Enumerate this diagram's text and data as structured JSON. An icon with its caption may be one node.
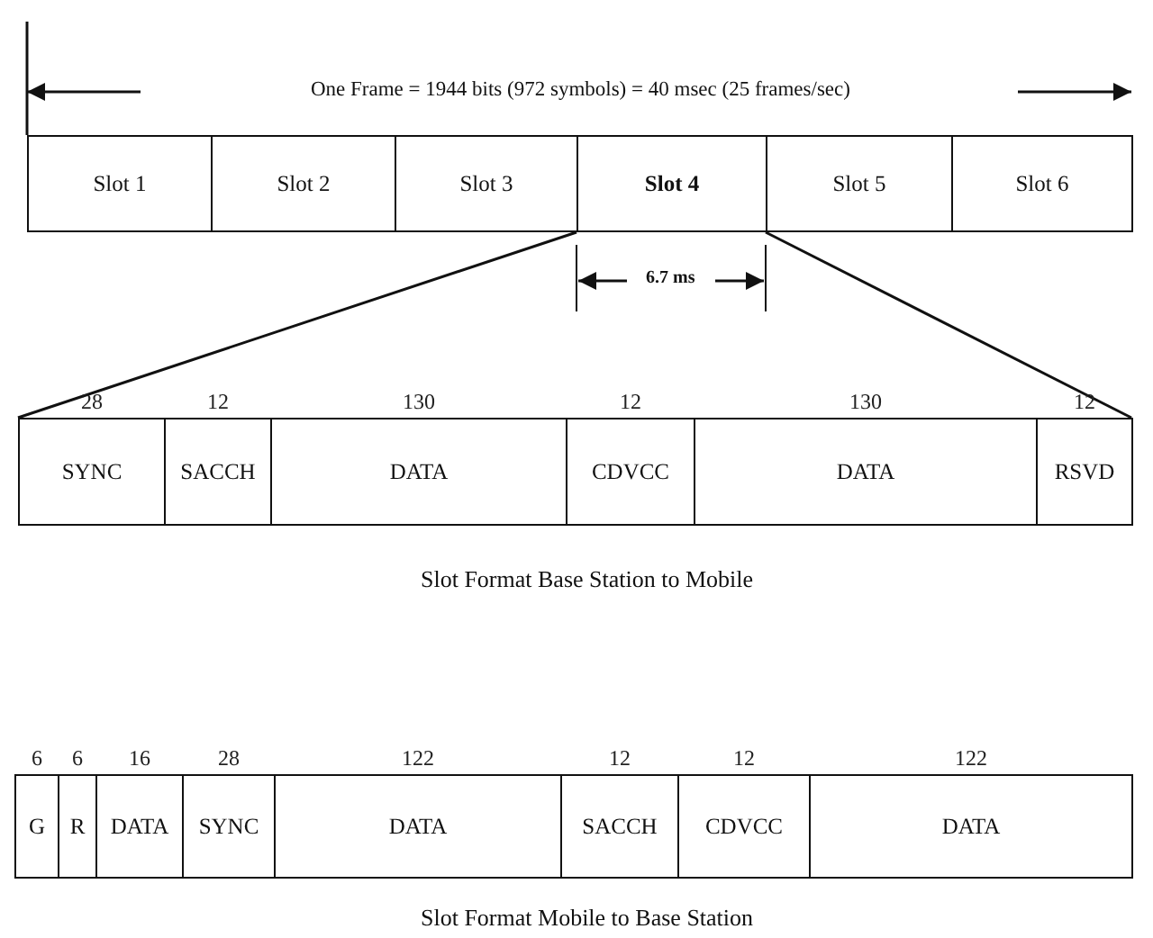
{
  "diagram": {
    "nodes": [
      {
        "text": [
          "Slot 1"
        ]
      },
      {
        "text": [
          "Slot 2"
        ]
      },
      {
        "text": [
          "Slot 3"
        ]
      },
      {
        "text": [
          "Slot 4"
        ]
      },
      {
        "text": [
          "Slot 5"
        ]
      },
      {
        "text": [
          "Slot 6"
        ]
      },
      {
        "text": [
          "SYNC"
        ],
        "beside": [
          "28"
        ]
      },
      {
        "text": [
          "SACCH"
        ],
        "beside": [
          "12"
        ]
      },
      {
        "text": [
          "DATA"
        ],
        "beside": [
          "130"
        ]
      },
      {
        "text": [
          "CDVCC"
        ],
        "beside": [
          "12"
        ]
      },
      {
        "text": [
          "DATA"
        ],
        "beside": [
          "130"
        ]
      },
      {
        "text": [
          "RSVD"
        ],
        "beside": [
          "12"
        ]
      },
      {
        "text": [
          "G"
        ],
        "beside": [
          "6"
        ]
      },
      {
        "text": [
          "R"
        ],
        "beside": [
          "6"
        ]
      },
      {
        "text": [
          "DATA"
        ],
        "beside": [
          "16"
        ]
      },
      {
        "text": [
          "SYNC"
        ],
        "beside": [
          "28"
        ]
      },
      {
        "text": [
          "DATA"
        ],
        "beside": [
          "122"
        ]
      },
      {
        "text": [
          "SACCH"
        ],
        "beside": [
          "12"
        ]
      },
      {
        "text": [
          "CDVCC"
        ],
        "beside": [
          "12"
        ]
      },
      {
        "text": [
          "DATA"
        ],
        "beside": [
          "122"
        ]
      }
    ],
    "edges": [
      {
        "from": 3,
        "to": 6,
        "arrow": "none"
      },
      {
        "from": 3,
        "to": 11,
        "arrow": "none"
      }
    ],
    "labels": [
      "One Frame = 1944 bits (972 symbols) = 40 msec (25 frames/sec)",
      "6.7 ms",
      "Slot Format Base Station to Mobile",
      "Slot Format Mobile to Base Station"
    ]
  }
}
